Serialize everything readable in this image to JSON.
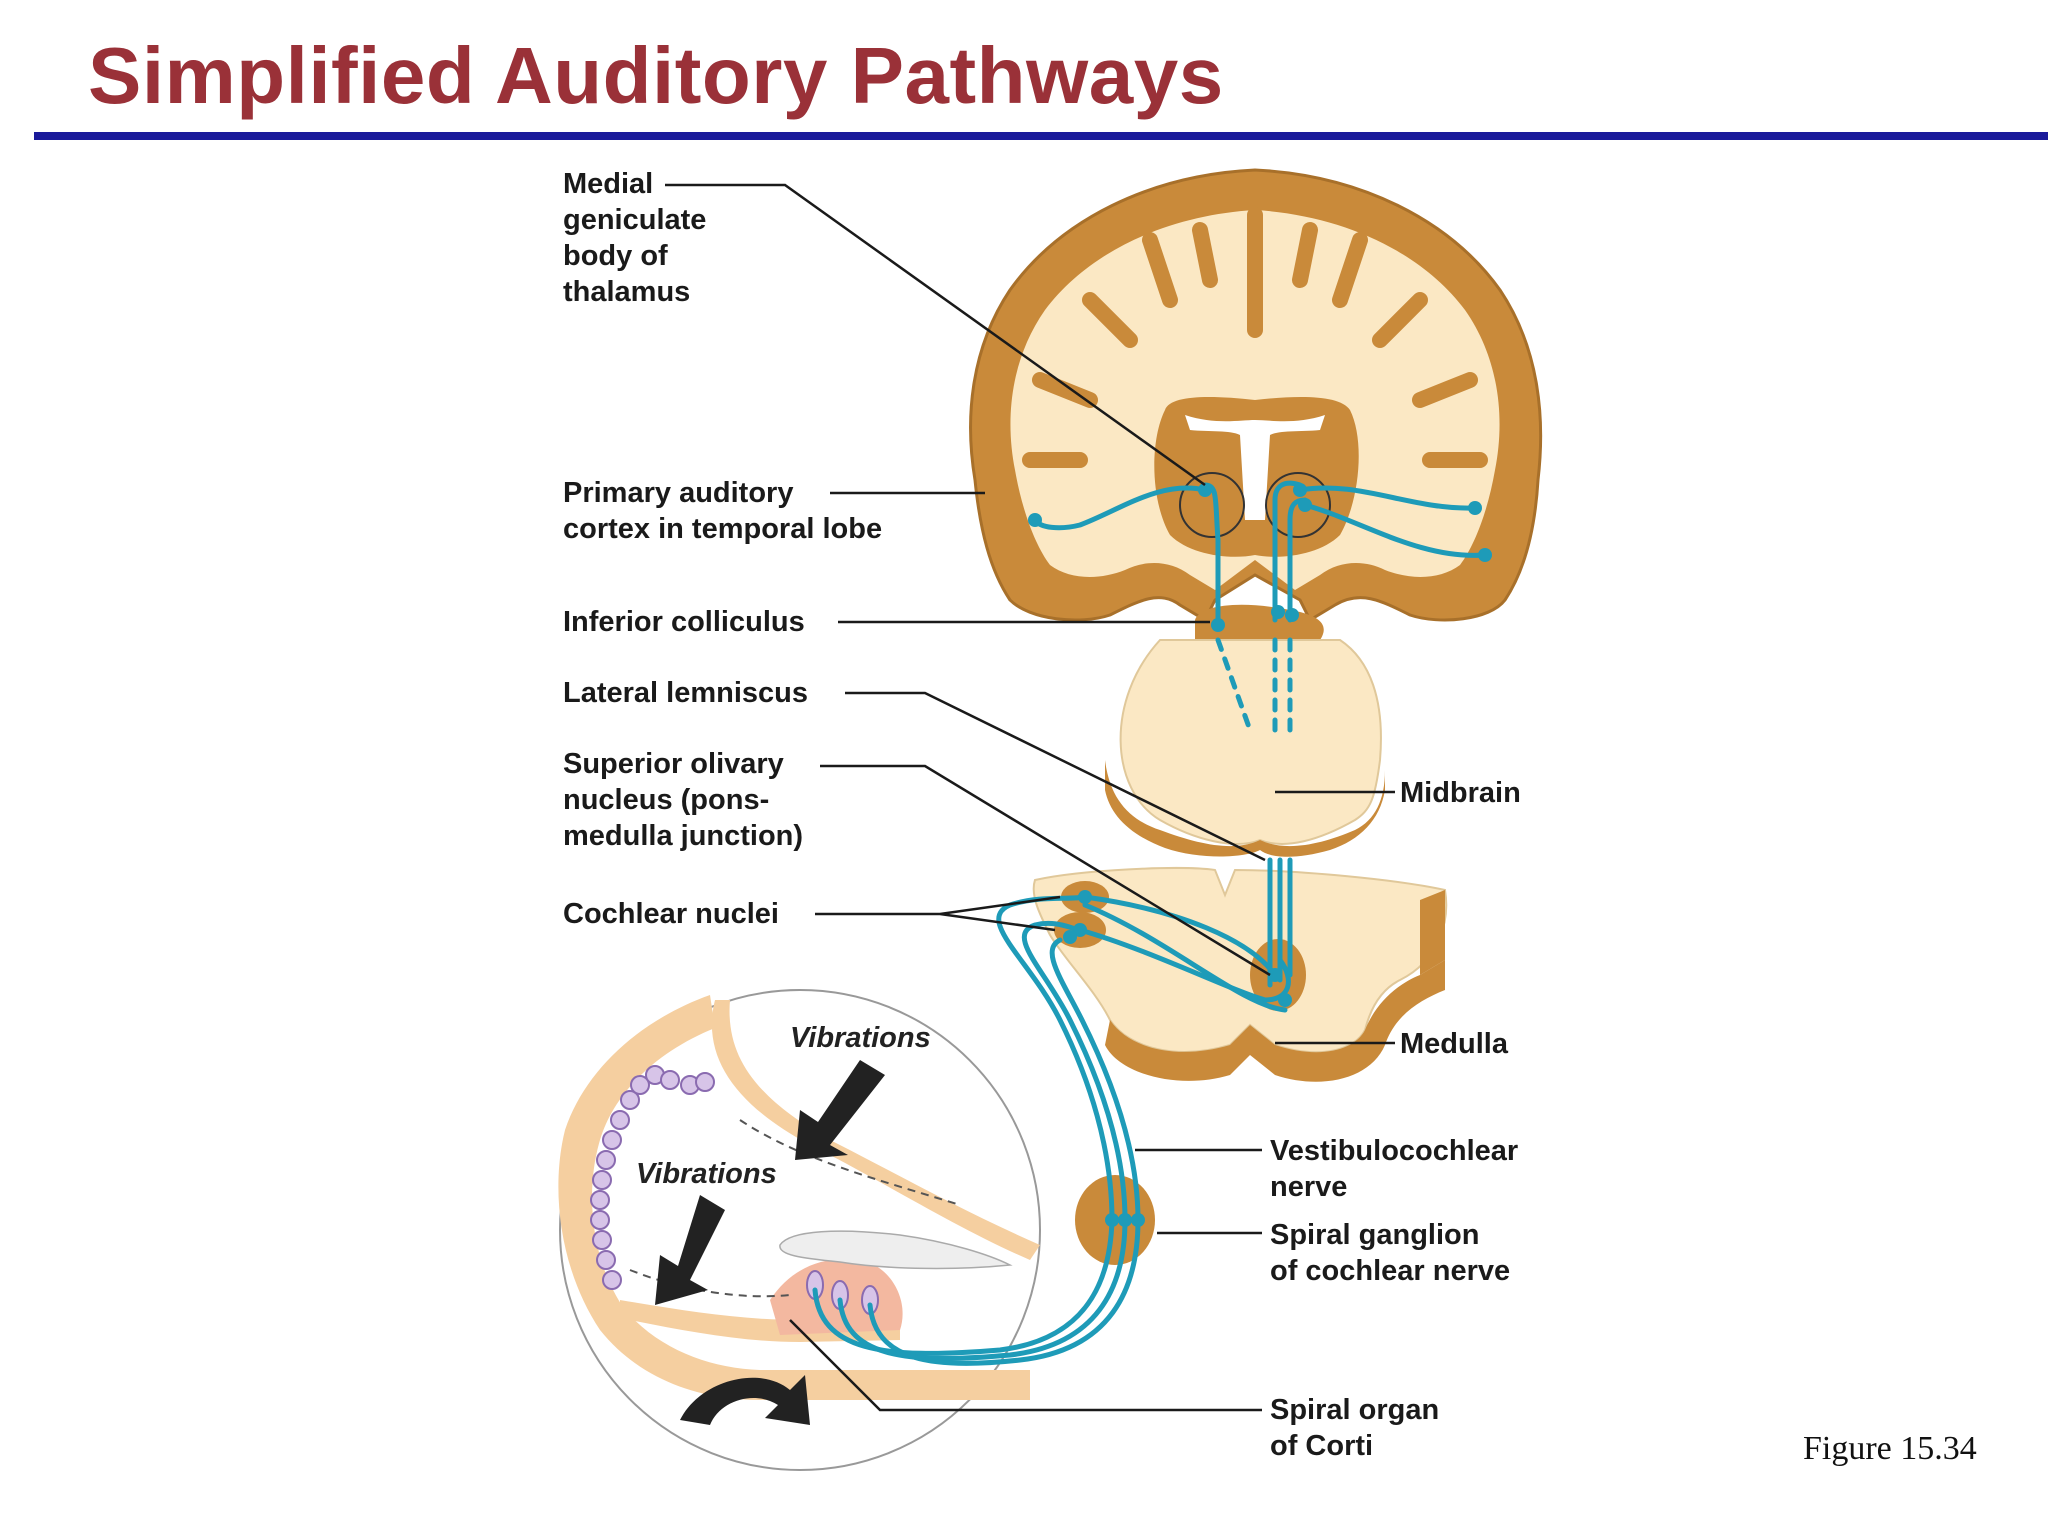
{
  "title": "Simplified Auditory Pathways",
  "figure_caption": "Figure 15.34",
  "labels": {
    "medial_geniculate": "Medial\ngeniculate\nbody of\nthalamus",
    "primary_auditory_cortex": "Primary auditory\ncortex in temporal lobe",
    "inferior_colliculus": "Inferior colliculus",
    "lateral_lemniscus": "Lateral lemniscus",
    "superior_olivary": "Superior olivary\nnucleus (pons-\nmedulla junction)",
    "cochlear_nuclei": "Cochlear nuclei",
    "midbrain": "Midbrain",
    "medulla": "Medulla",
    "vestibulocochlear_nerve": "Vestibulocochlear\nnerve",
    "spiral_ganglion": "Spiral ganglion\nof cochlear nerve",
    "spiral_organ": "Spiral organ\nof Corti",
    "vibrations_upper": "Vibrations",
    "vibrations_lower": "Vibrations"
  },
  "colors": {
    "title": "#9a3138",
    "rule": "#1a1a9a",
    "cortex": "#c98a3a",
    "tissue": "#fbe8c4",
    "pathway": "#1e9bb8"
  }
}
